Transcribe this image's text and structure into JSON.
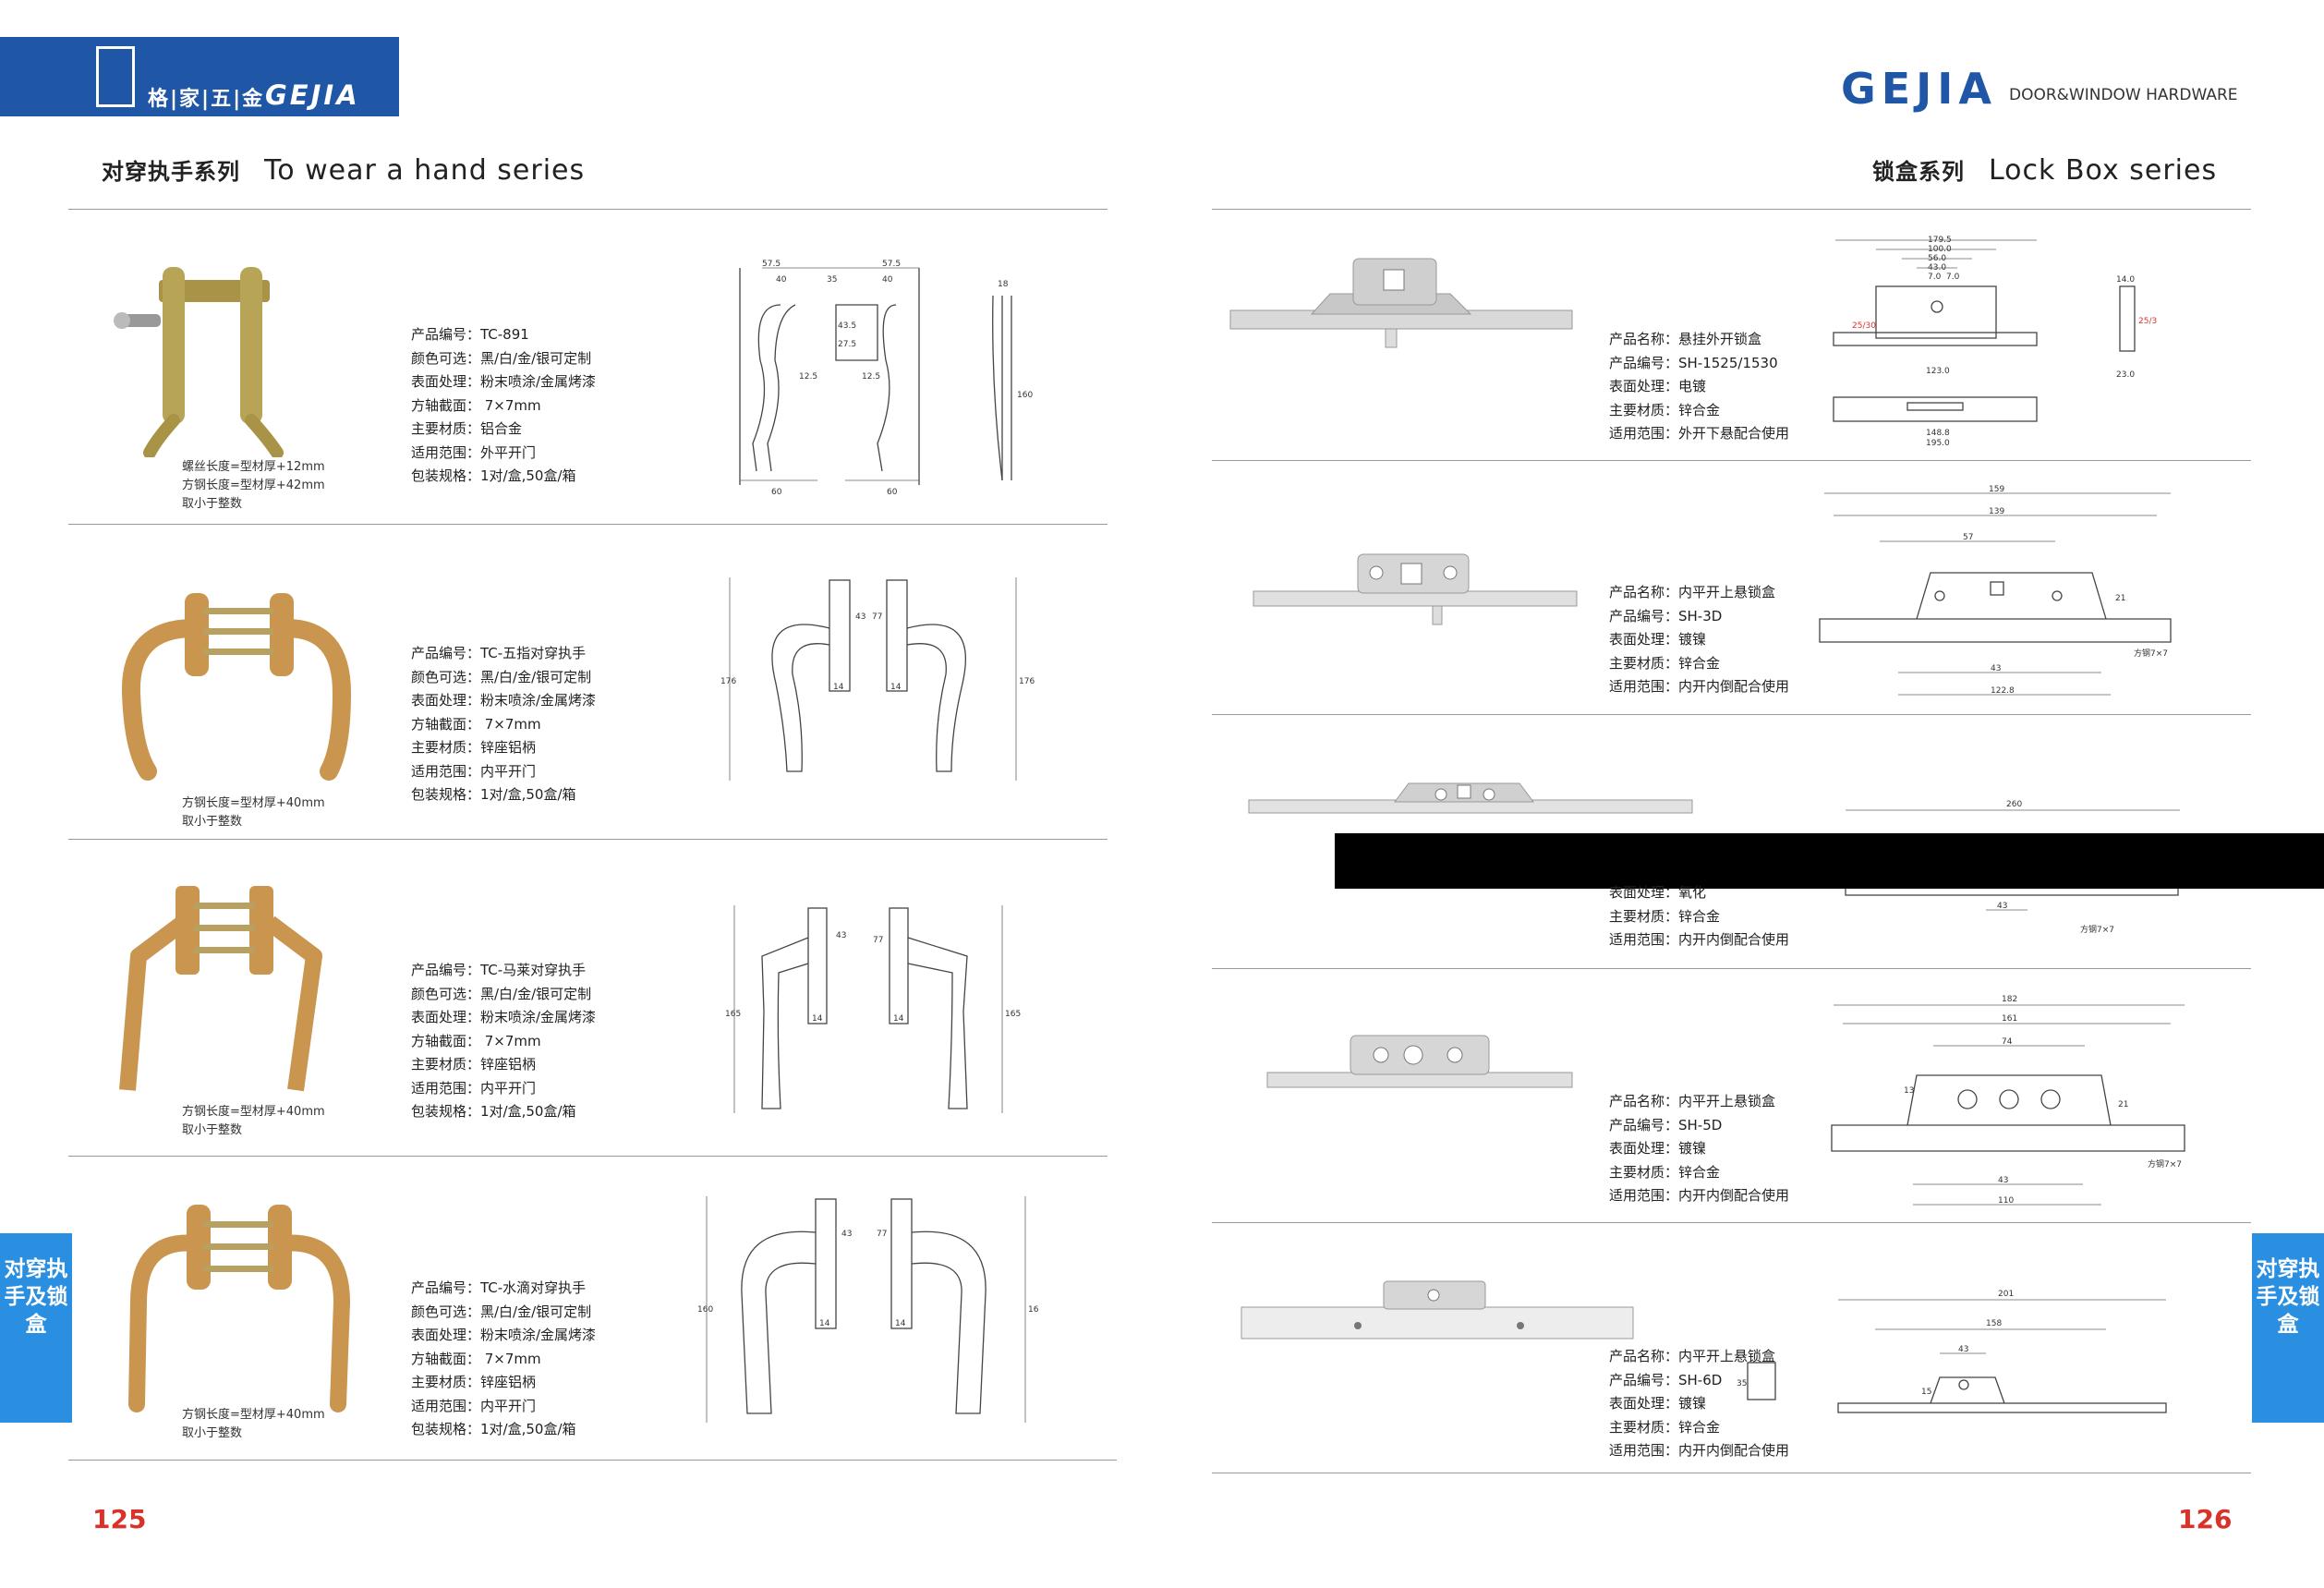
{
  "header": {
    "logo_cn": "格|家|五|金",
    "logo_en": "GEJIA",
    "brand_right": "GEJIA",
    "brand_right_sub": "DOOR&WINDOW HARDWARE"
  },
  "left_section": {
    "title_cn": "对穿执手系列",
    "title_en": "To wear a hand series"
  },
  "right_section": {
    "title_cn": "锁盒系列",
    "title_en": "Lock Box series"
  },
  "side_tab": "对穿执手及锁盒",
  "page_left": "125",
  "page_right": "126",
  "handles": [
    {
      "lines": [
        "产品编号：TC-891",
        "颜色可选：黑/白/金/银可定制",
        "表面处理：粉末喷涂/金属烤漆",
        "方轴截面： 7×7mm",
        "主要材质：铝合金",
        "适用范围：外平开门",
        "包装规格：1对/盒,50盒/箱"
      ],
      "notes": [
        "螺丝长度=型材厚+12mm",
        "方钢长度=型材厚+42mm",
        "取小于整数"
      ],
      "dims": [
        "57.5",
        "40",
        "35",
        "57.5",
        "40",
        "18",
        "160",
        "60",
        "60",
        "12.5",
        "12.5",
        "43.5",
        "27.5"
      ]
    },
    {
      "lines": [
        "产品编号：TC-五指对穿执手",
        "颜色可选：黑/白/金/银可定制",
        "表面处理：粉末喷涂/金属烤漆",
        "方轴截面： 7×7mm",
        "主要材质：锌座铝柄",
        "适用范围：内平开门",
        "包装规格：1对/盒,50盒/箱"
      ],
      "notes": [
        "方钢长度=型材厚+40mm",
        "取小于整数"
      ],
      "dims": [
        "43",
        "77",
        "14",
        "14",
        "176",
        "176"
      ]
    },
    {
      "lines": [
        "产品编号：TC-马莱对穿执手",
        "颜色可选：黑/白/金/银可定制",
        "表面处理：粉末喷涂/金属烤漆",
        "方轴截面： 7×7mm",
        "主要材质：锌座铝柄",
        "适用范围：内平开门",
        "包装规格：1对/盒,50盒/箱"
      ],
      "notes": [
        "方钢长度=型材厚+40mm",
        "取小于整数"
      ],
      "dims": [
        "43",
        "77",
        "14",
        "14",
        "165",
        "165"
      ]
    },
    {
      "lines": [
        "产品编号：TC-水滴对穿执手",
        "颜色可选：黑/白/金/银可定制",
        "表面处理：粉末喷涂/金属烤漆",
        "方轴截面： 7×7mm",
        "主要材质：锌座铝柄",
        "适用范围：内平开门",
        "包装规格：1对/盒,50盒/箱"
      ],
      "notes": [
        "方钢长度=型材厚+40mm",
        "取小于整数"
      ],
      "dims": [
        "43",
        "77",
        "14",
        "14",
        "160",
        "160"
      ]
    }
  ],
  "lockboxes": [
    {
      "lines": [
        "产品名称：悬挂外开锁盒",
        "产品编号：SH-1525/1530",
        "表面处理：电镀",
        "主要材质：锌合金",
        "适用范围：外开下悬配合使用"
      ],
      "dims": [
        "179.5",
        "100.0",
        "56.0",
        "43.0",
        "7.0",
        "7.0",
        "25/30",
        "123.0",
        "14.0",
        "25/30",
        "23.0",
        "148.8",
        "195.0"
      ]
    },
    {
      "lines": [
        "产品名称：内平开上悬锁盒",
        "产品编号：SH-3D",
        "表面处理：镀镍",
        "主要材质：锌合金",
        "适用范围：内开内倒配合使用"
      ],
      "dims": [
        "159",
        "139",
        "57",
        "21",
        "43",
        "122.8",
        "方钢7×7"
      ]
    },
    {
      "lines": [
        "表面处理：氧化",
        "主要材质：锌合金",
        "适用范围：内开内倒配合使用"
      ],
      "dims": [
        "260",
        "43",
        "方钢7×7"
      ]
    },
    {
      "lines": [
        "产品名称：内平开上悬锁盒",
        "产品编号：SH-5D",
        "表面处理：镀镍",
        "主要材质：锌合金",
        "适用范围：内开内倒配合使用"
      ],
      "dims": [
        "182",
        "161",
        "74",
        "21",
        "13",
        "43",
        "110",
        "方钢7×7"
      ]
    },
    {
      "lines": [
        "产品名称：内平开上悬锁盒",
        "产品编号：SH-6D",
        "表面处理：镀镍",
        "主要材质：锌合金",
        "适用范围：内开内倒配合使用"
      ],
      "dims": [
        "201",
        "158",
        "43",
        "15",
        "35"
      ]
    }
  ],
  "colors": {
    "brand_blue": "#1f56a6",
    "tab_blue": "#2a8fe0",
    "page_red": "#d8322b",
    "handle_gold": "#c9954f",
    "handle_olive": "#a89346"
  }
}
